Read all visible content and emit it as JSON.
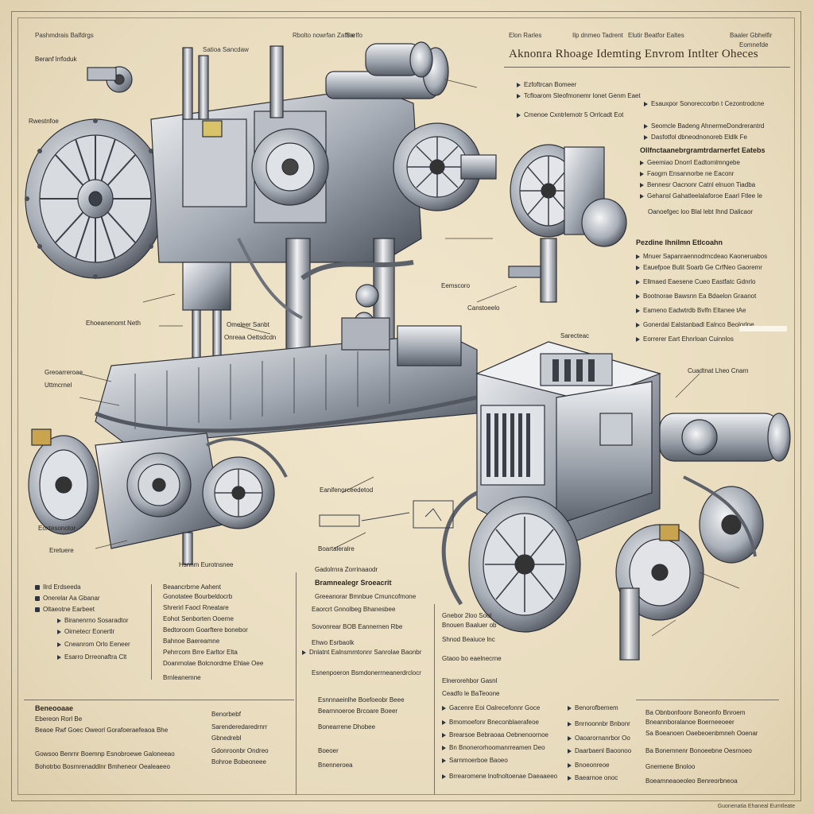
{
  "title": "Aknonra Rhoage Idemting Envrom Intlter Oheces",
  "footer": "Guonenatia Ehaneal Eumtleate",
  "header_labels": [
    "Pashmdrais  Balfdrgs",
    "Satioa  Sancdaw",
    "Rbolto nowrfan  Zaftne",
    "Sarlfo",
    "Elon  Rarles",
    "Ilp dnmeo  Tadrent",
    "Elutir  Beatfor  Ealtes",
    "Baaler  Gbhelfir",
    "Eomnefde"
  ],
  "top_left_labels": [
    "Beranf  lrrfoduk",
    "Rwestnfoe"
  ],
  "right_panel": {
    "block1": [
      "Ezfoftrcan  Bomeer",
      "Tcfloarom  Sleofmonemr  lonet  Genm  Eaet",
      "Esauxpor  Sonoreccorbn  t  Cezontrodcne",
      "Cmenoe  Cxntrlemotr  5  Orrlcadt  Eot",
      "Seomcle  Badeng  AhnermeDondrerantrd",
      "Dasfotfol  dbneodnonoreb  Eldlk  Fe"
    ],
    "block2_head": "Ollfnctaanebrgramtrdarnerfet  Eatebs",
    "block2": [
      "Geemiao  Dnorrl  Eadtomlmngebe",
      "Faogrn  Ensannorbe  ne  Eaconr",
      "Bennesr  Oacnonr  Catnl  elnuon  Tiadba",
      "Gehansl  Gahatleelalaforoe  Eaarl  Ftlee  Ie"
    ],
    "block2_note": "Oanoefgec  loo  Blal  lebt  Ihnd  Dalicaor",
    "block3_head": "Pezdine  lhnilmn  Etlcoahn",
    "block3": [
      "Mnuer  Sapanraennodrncdeao  Kaoneruabos",
      "Eauefpoe  Bulit  Soarb  Ge  CrfNeo  Gaoremr",
      "Ellmaed  Eaesene  Cueo  Eastfatc  Gdnrlo",
      "Bootnorae  Bawsnn  Ea  Bdaelon  Graanot",
      "Eameno  Eadwtrdb  Bvlfn  Eltanee  tAe",
      "Gonerdal  Ealstanbadl  Ealnco  Beolorlne",
      "Eorrerer  Eart  Ehnrloan  Cuinnlos"
    ]
  },
  "left_callouts": [
    "Ehoeanenomt  Neth",
    "Greoarreroae",
    "Uttmcrnel",
    "Eoxtesonotor",
    "Eretuere",
    "Hsnnm  Eurotnsnee"
  ],
  "mid_callouts": [
    "Omeleer  Sanbt",
    "Onreaa  Oettsdcdn",
    "Eemscoro",
    "Canstoeelo",
    "Cuadtnat  Lheo  Cnarn",
    "Eanifenorceedetod",
    "Boartaleralre",
    "Sarecteac"
  ],
  "bottom_label": "Gadolrnra  Zorrinaaodr",
  "bottom_left": {
    "bullets": [
      "Ilrd  Erdseeda",
      "Onerelar  Aa  Gbanar",
      "Oltaeotne  Earbeet",
      "Biranenrno  Sosaradtor",
      "Oirnetecr  Eonertlr",
      "Cneanrom  Orlo  Eeneer",
      "Esarro  Drreonaftra  Clt"
    ],
    "col2": [
      "Beaancrbrne  Aahent",
      "Gonotatee  Bourbeldocrb",
      "Shrerirl  Faocl  Rneatare",
      "Eohot  Senborten  Ooerne",
      "Bedtoroom  Goarftere  bonebor",
      "Bahnoe  Baereamne",
      "Pehrrcom  Brre  Earltor  Elta",
      "Doanrnolae  Bolcnordme  Ehlae  Oee",
      "Brnleanemne"
    ]
  },
  "bottom_center": {
    "head": "Bramnealegr  Sroeacrit",
    "rows": [
      "Greeanorar  Bmnbue  Cmuncofmone",
      "Eaorcrt  Gnnolbeg  Bhanesbee",
      "Sovonrear  BOB  Eannernen  Rbe",
      "Ehwo  Esrbaolk",
      "Dnlatnt  Ealnsmmtonnr  Sanrolae  Baonbr",
      "Esnenpoeron  Bsmdonerrneanerdrclocr"
    ]
  },
  "bottom_mid_right": {
    "rows": [
      "Gnebor  2loo  Sool",
      "Bnouen  Baaluer  ob",
      "Shnod  Beaiuce  lnc",
      "Gtaoo  bo  eaelnecrne",
      "Elnerorehbor  Gasnl",
      "Ceadfo  le  BaTeoone"
    ]
  },
  "bottom_sections": {
    "left_head": "Beneooaae",
    "left_rows": [
      "Ebereon  Rorl  Be",
      "Beaoe  Rwf  Goec  Oweorl  Gorafoeraefeaoa  Bhe",
      "Gowsoo  Benrnr  Boemnp  Esnobroewe  Galoneeao",
      "Bohotrbo  Bosrnrenaddlnr  Bmheneor  Oealeaeeo"
    ],
    "left2": [
      "Benorbebf",
      "Sarenderedaredrnrr",
      "Gbnedrebl",
      "Gdonroonbr  Ondreo",
      "Bohroe  Bobeoneee"
    ],
    "center_rows": [
      "Esnnnaeinlhe  Boefoeobr  Beee",
      "Bearnnoeroe  Brcoare  Boeer",
      "Bonearrene  Dhobee",
      "Boeoer",
      "Bnenneroea"
    ],
    "center2_rows": [
      "Gacenre  Eoi  Oalrecefonnr  Goce",
      "Bmomoefonr  Bneconblaerafeoe",
      "Brearsoe  Bebraoaa  Oebnenoornoe",
      "Bn  Bnonerorhoomanrreamen  Deo",
      "Sarnmoerboe  Baoeo",
      "Brrearomene  lnofnoltoenae  Daeaaeeo"
    ],
    "right_rows": [
      "Benorofbemem",
      "Bnrnoonnbr  Bnbonr",
      "Oaoarornanrbor  Oo",
      "Daarbaenl  Baoonoo",
      "Bnoeonreoe",
      "Baearnoe  onoc"
    ],
    "far_right_rows": [
      "Ba  Obnbonfoonr  Boneonfo  Bnroem",
      "Bneannboralanoe  Boerneeoeer",
      "Sa  Boeanoen  Oaebeoenbmneh  Ooenar",
      "Ba  Bonemnenr  Bonoeebne  Oesrnoeo",
      "Gnemene  Bnoloo",
      "Boeamneaoeoleo  Benreorbneoa"
    ]
  },
  "colors": {
    "paper": "#ece0c4",
    "ink": "#2c2a26",
    "metal_light": "#e4e6ea",
    "metal_mid": "#9ea4ad",
    "metal_dark": "#3d424b",
    "brass": "#c9a34e"
  }
}
